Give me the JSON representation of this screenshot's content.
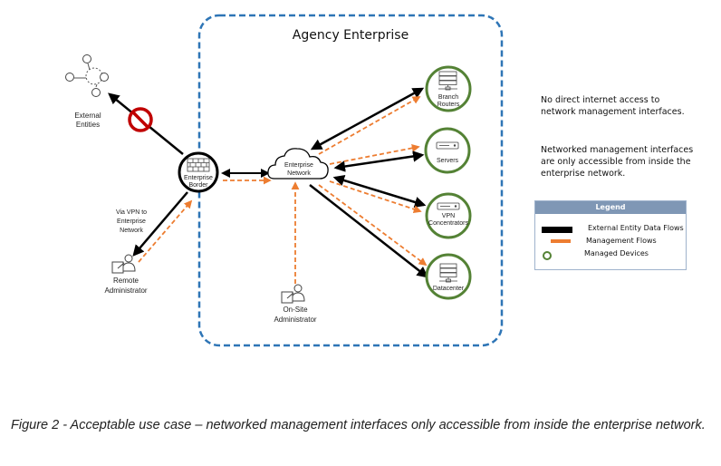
{
  "diagram": {
    "enterprise_title": "Agency Enterprise",
    "external_entities": "External\nEntities",
    "external_entities_lines": [
      "External",
      "Entities"
    ],
    "enterprise_border_lines": [
      "Enterprise",
      "Border"
    ],
    "enterprise_network_lines": [
      "Enterprise",
      "Network"
    ],
    "vpn_note_lines": [
      "Via VPN to",
      "Enterprise",
      "Network"
    ],
    "remote_admin_lines": [
      "Remote",
      "Administrator"
    ],
    "onsite_admin_lines": [
      "On-Site",
      "Administrator"
    ],
    "devices": [
      {
        "id": "branch-routers",
        "label_lines": [
          "Branch",
          "Routers"
        ],
        "icon": "server-rack-icon"
      },
      {
        "id": "servers",
        "label_lines": [
          "Servers"
        ],
        "icon": "server-box-icon"
      },
      {
        "id": "vpn-concentrators",
        "label_lines": [
          "VPN",
          "Concentrators"
        ],
        "icon": "server-box-icon"
      },
      {
        "id": "datacenter",
        "label_lines": [
          "Datacenter"
        ],
        "icon": "server-rack-icon"
      }
    ],
    "colors": {
      "data_flow": "#000000",
      "management_flow": "#ed7d31",
      "managed_device": "#548235",
      "enterprise_boundary": "#2e75b6",
      "prohibited": "#c00000",
      "legend_header": "#7f97b5"
    }
  },
  "notes": {
    "note1": "No direct internet access to network management interfaces.",
    "note2": "Networked management interfaces are only accessible from inside the enterprise network."
  },
  "legend": {
    "title": "Legend",
    "items": [
      {
        "label": "External Entity Data Flows",
        "symbol": "black-line"
      },
      {
        "label": "Management Flows",
        "symbol": "orange-line"
      },
      {
        "label": "Managed Devices",
        "symbol": "green-circle"
      }
    ]
  },
  "caption": "Figure 2 - Acceptable use case – networked management interfaces only accessible from inside the enterprise network."
}
